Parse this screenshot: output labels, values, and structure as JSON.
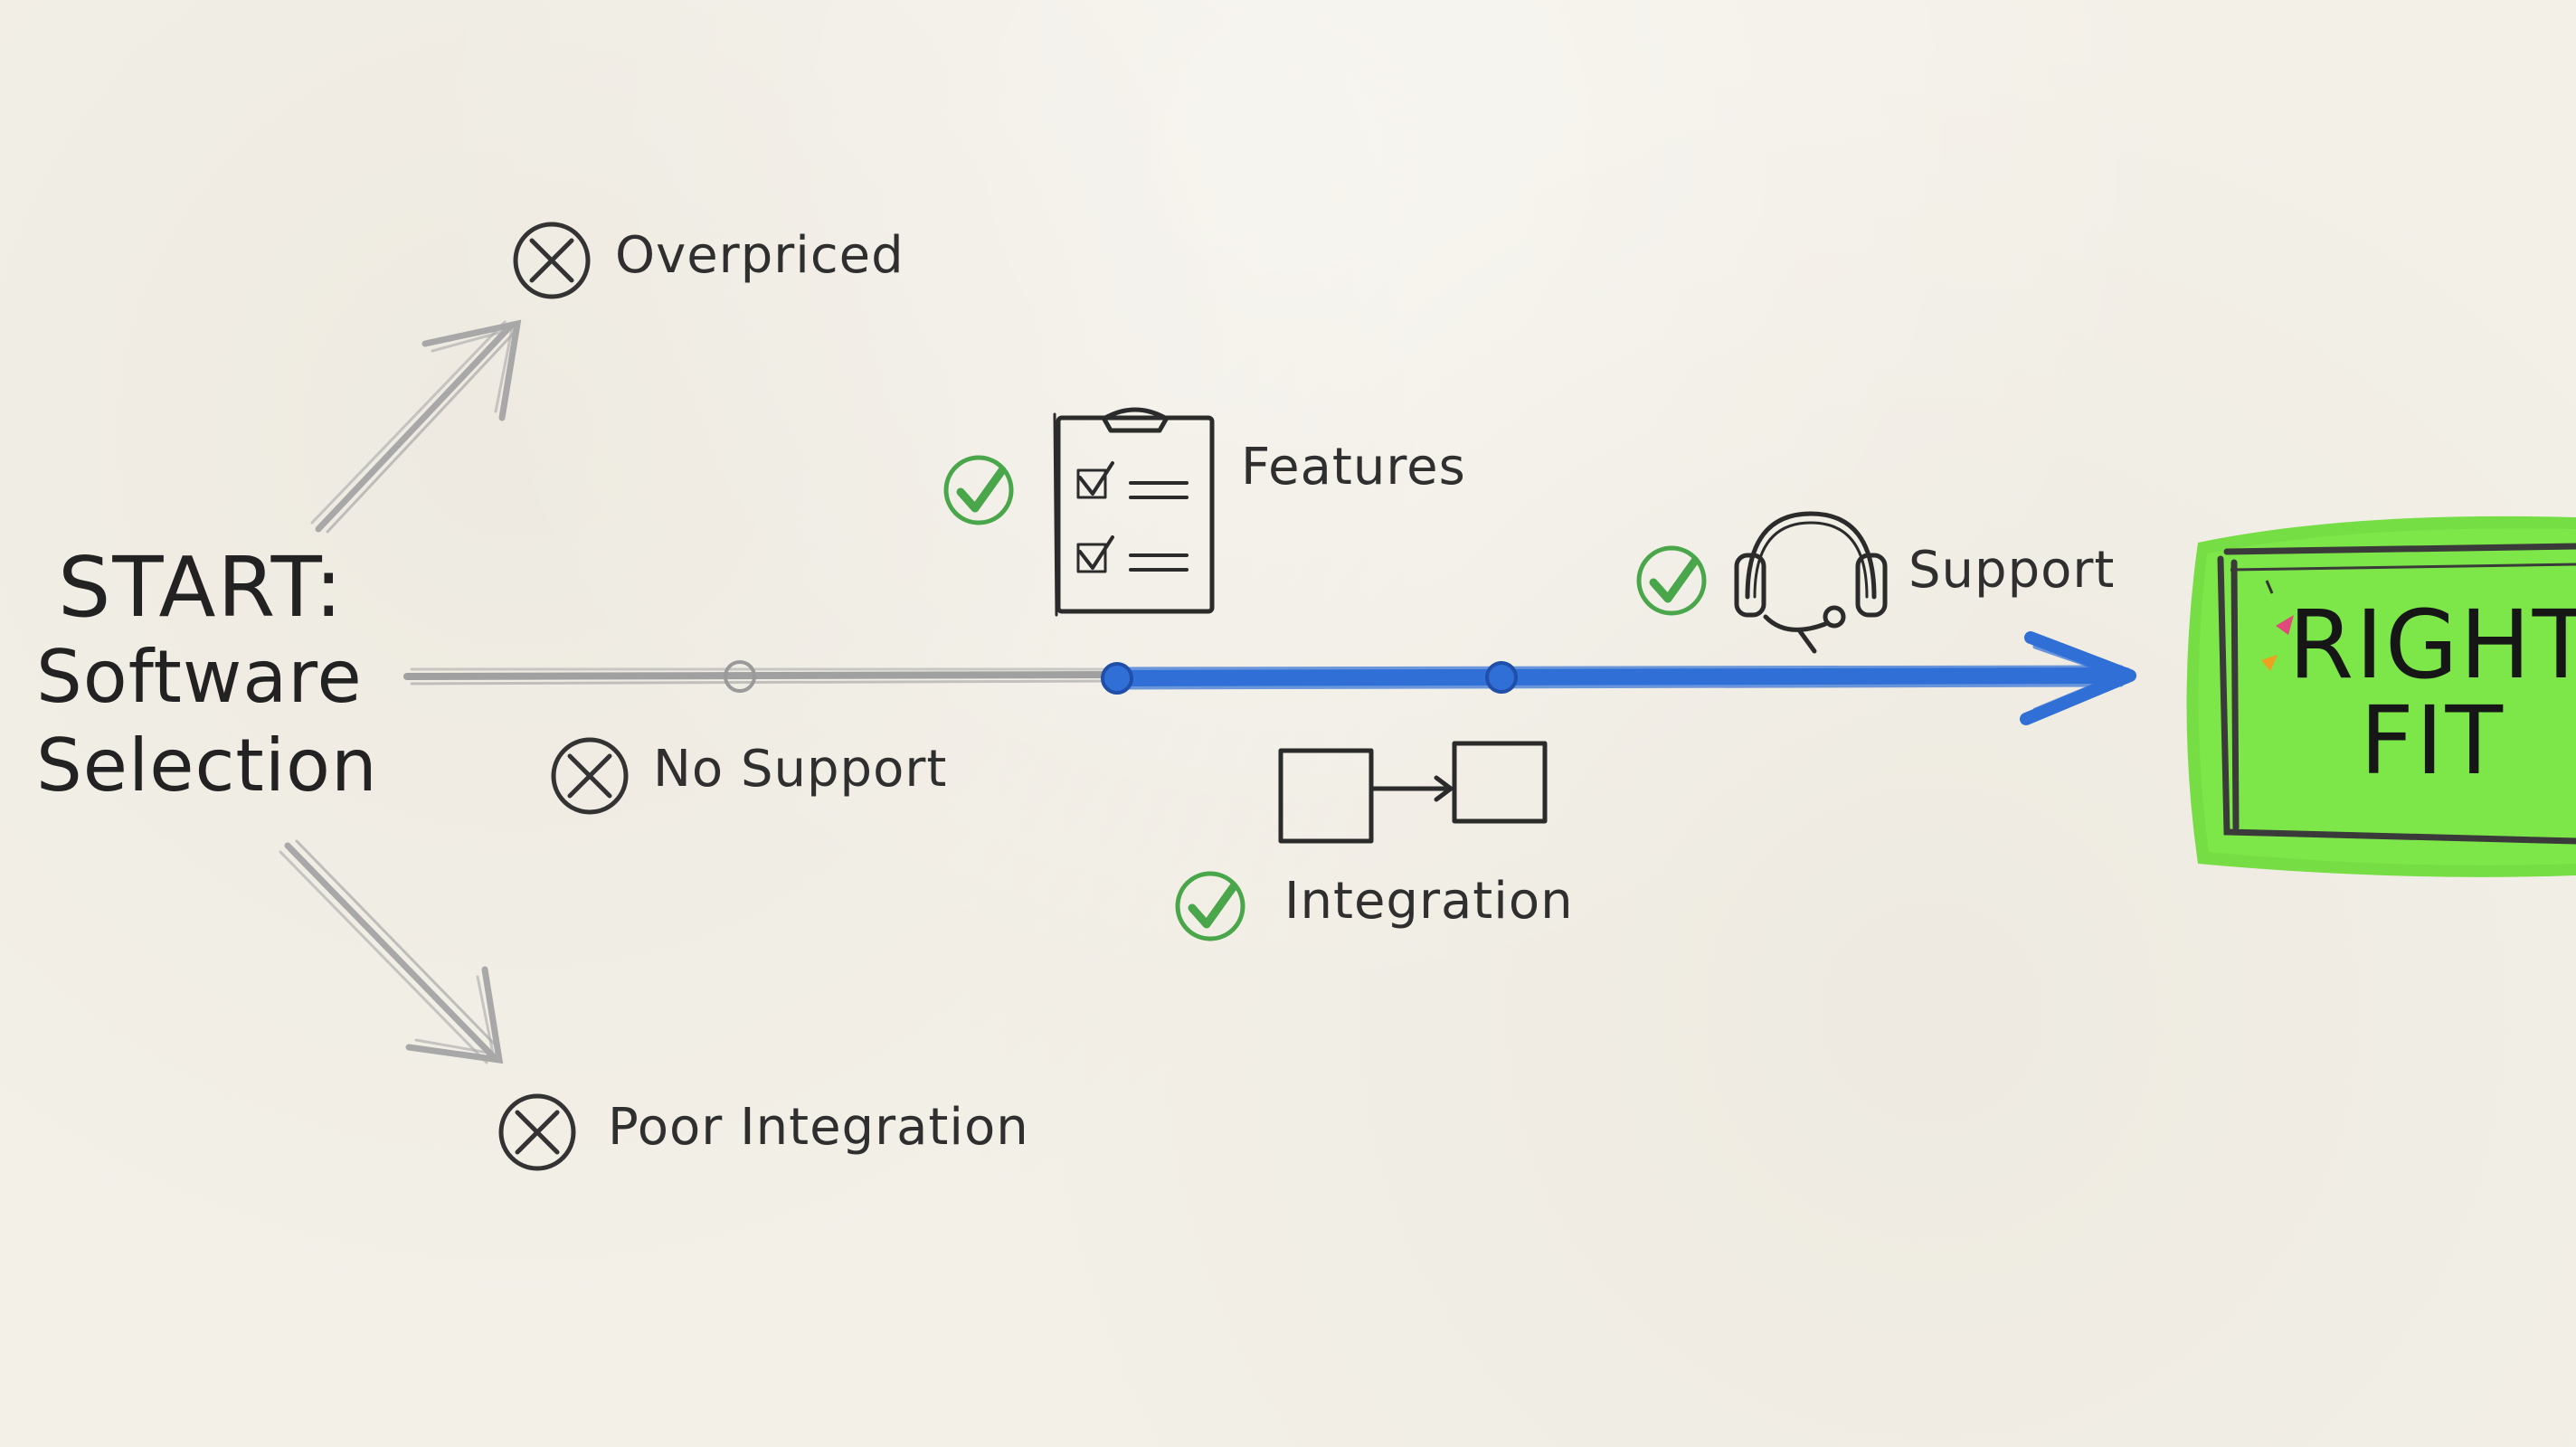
{
  "start": {
    "line1": "START:",
    "line2": "Software",
    "line3": "Selection"
  },
  "goal": {
    "line1": "RIGHT",
    "line2": "FIT"
  },
  "rejected_options": [
    {
      "label": "Overpriced"
    },
    {
      "label": "No Support"
    },
    {
      "label": "Poor Integration"
    }
  ],
  "criteria": [
    {
      "label": "Features",
      "icon": "clipboard-checklist-icon",
      "status": "check"
    },
    {
      "label": "Support",
      "icon": "headset-icon",
      "status": "check"
    },
    {
      "label": "Integration",
      "icon": "connected-boxes-icon",
      "status": "check"
    }
  ],
  "colors": {
    "path_gray": "#9a9a9a",
    "path_blue": "#2f6fd6",
    "check_green": "#4aa64a",
    "goal_green": "#6fdc3c",
    "ink": "#2b2b2b"
  }
}
